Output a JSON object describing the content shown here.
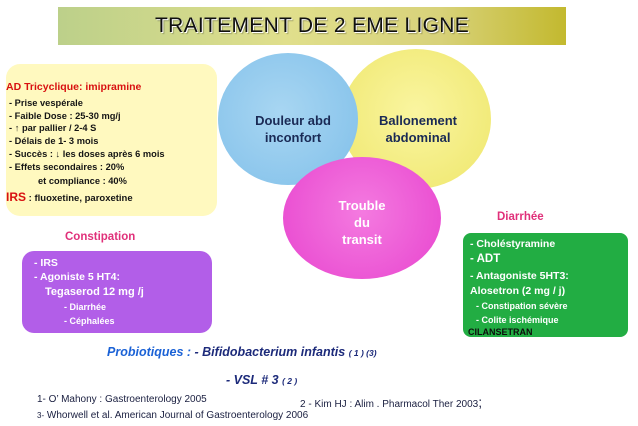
{
  "title": "TRAITEMENT DE 2 EME LIGNE",
  "tricyclic": {
    "heading": "AD Tricyclique: imipramine",
    "lines": [
      "- Prise vespérale",
      "- Faible Dose : 25-30 mg/j",
      "par pallier / 2-4 S",
      "- Délais de 1- 3 mois",
      "les doses après 6 mois",
      "- Effets secondaires : 20%",
      "et compliance : 40%"
    ],
    "line3_prefix": "-",
    "line5_prefix": "- Succès :",
    "irs_label": "IRS",
    "irs_text": ": fluoxetine, paroxetine"
  },
  "circles": {
    "pain": [
      "Douleur abd",
      "inconfort"
    ],
    "bloating": [
      "Ballonement",
      "abdominal"
    ],
    "transit": [
      "Trouble",
      "du",
      "transit"
    ]
  },
  "constipation": {
    "label": "Constipation",
    "lines": [
      "- IRS",
      "- Agoniste 5 HT4:",
      "Tegaserod  12 mg /j",
      "-  Diarrhée",
      "-  Céphalées"
    ]
  },
  "diarrhea": {
    "label": "Diarrhée",
    "lines": [
      "- Choléstyramine",
      "- ADT",
      "- Antagoniste 5HT3:",
      "Alosetron (2 mg / j)",
      "- Constipation sévère",
      "- Colite ischémique",
      "CILANSETRAN"
    ]
  },
  "probiotics": {
    "label": "Probiotiques :",
    "item1": "-  Bifidobacterium infantis",
    "item1_refs": "( 1 ) (3)",
    "item2": "- VSL # 3",
    "item2_refs": "( 2 )"
  },
  "references": [
    "1- O’ Mahony : Gastroenterology 2005",
    "2 - Kim HJ  : Alim . Pharmacol Ther 2003",
    ";",
    "3-",
    "Whorwell et al. American Journal of Gastroenterology 2006"
  ],
  "colors": {
    "tricyclic_box": "#fff9bf",
    "constipation_box": "#b25ee8",
    "diarrhea_box": "#22ad43",
    "pain_circle": "#8cc6ec",
    "bloating_circle": "#f1ea78",
    "transit_circle": "#ea4fd2",
    "accent_red": "#d81010",
    "accent_pink": "#e0307a"
  },
  "icons": {
    "up_arrow": "↑",
    "down_arrow": "↓"
  }
}
